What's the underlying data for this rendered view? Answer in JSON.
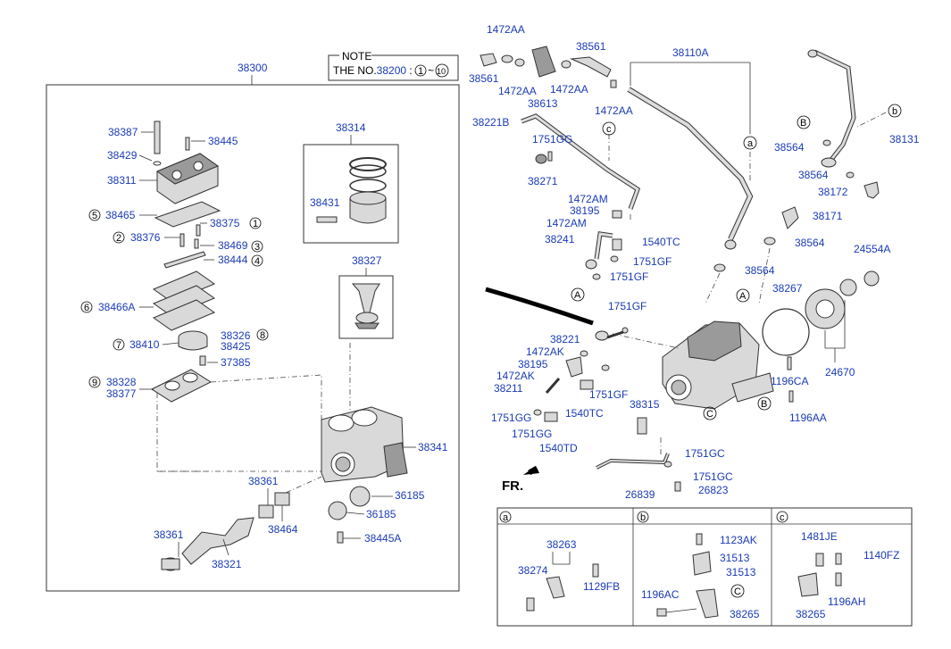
{
  "note": {
    "title": "NOTE",
    "text_prefix": "THE NO.",
    "text_part": "38200",
    "text_colon": " : ",
    "range_start": "1",
    "range_sep": "~",
    "range_end": "10"
  },
  "main_assembly": "38300",
  "piston_box": "38314",
  "rod_box": "38327",
  "fr_label": "FR.",
  "labels": {
    "l38387": "38387",
    "l38445": "38445",
    "l38429": "38429",
    "l38311": "38311",
    "l38465": "38465",
    "l38375": "38375",
    "l38376": "38376",
    "l38469": "38469",
    "l38444": "38444",
    "l38466A": "38466A",
    "l38326": "38326",
    "l38425": "38425",
    "l38410": "38410",
    "l37385": "37385",
    "l38328": "38328",
    "l38377": "38377",
    "l38431": "38431",
    "l38341": "38341",
    "l38361a": "38361",
    "l38361b": "38361",
    "l38464": "38464",
    "l36185a": "36185",
    "l36185b": "36185",
    "l38445A": "38445A",
    "l38321": "38321",
    "l1472AA_a": "1472AA",
    "l38561_a": "38561",
    "l1472AA_b": "1472AA",
    "l1472AA_c": "1472AA",
    "l38613": "38613",
    "l38561_b": "38561",
    "l1472AA_d": "1472AA",
    "l38110A": "38110A",
    "l38221B": "38221B",
    "l1751GG_a": "1751GG",
    "l38271": "38271",
    "l1472AM_a": "1472AM",
    "l38195_a": "38195",
    "l1472AM_b": "1472AM",
    "l38241": "38241",
    "l1540TC_a": "1540TC",
    "l1751GF_a": "1751GF",
    "l1751GF_b": "1751GF",
    "l38564_a": "38564",
    "l38131": "38131",
    "l38564_b": "38564",
    "l38172": "38172",
    "l38171": "38171",
    "l38564_c": "38564",
    "l38564_d": "38564",
    "l24554A": "24554A",
    "l38267": "38267",
    "l1751GF_c": "1751GF",
    "l38221": "38221",
    "l1472AK_a": "1472AK",
    "l38195_b": "38195",
    "l1472AK_b": "1472AK",
    "l38211": "38211",
    "l1751GF_d": "1751GF",
    "l1751GG_b": "1751GG",
    "l1540TC_b": "1540TC",
    "l1751GG_c": "1751GG",
    "l1540TD": "1540TD",
    "l38315": "38315",
    "l1196CA": "1196CA",
    "l1196AA": "1196AA",
    "l24670": "24670",
    "l1751GC_a": "1751GC",
    "l1751GC_b": "1751GC",
    "l26839": "26839",
    "l26823": "26823",
    "l38263": "38263",
    "l38274": "38274",
    "l1129FB": "1129FB",
    "l1123AK": "1123AK",
    "l31513a": "31513",
    "l31513b": "31513",
    "l1196AC": "1196AC",
    "l38265a": "38265",
    "l1481JE": "1481JE",
    "l1140FZ": "1140FZ",
    "l38265b": "38265",
    "l1196AH": "1196AH"
  },
  "circles": {
    "c1": "1",
    "c2": "2",
    "c3": "3",
    "c4": "4",
    "c5": "5",
    "c6": "6",
    "c7": "7",
    "c8": "8",
    "c9": "9",
    "ca1": "a",
    "ca2": "a",
    "cb1": "b",
    "cb2": "b",
    "cc1": "c",
    "cc2": "c",
    "cA1": "A",
    "cA2": "A",
    "cB1": "B",
    "cB2": "B",
    "cC1": "C",
    "cC2": "C"
  },
  "detail_panels": [
    {
      "id": "a"
    },
    {
      "id": "b"
    },
    {
      "id": "c"
    }
  ],
  "colors": {
    "part_number": "#1a3bb5",
    "line": "#333333",
    "part_fill": "#d9d9d9"
  }
}
